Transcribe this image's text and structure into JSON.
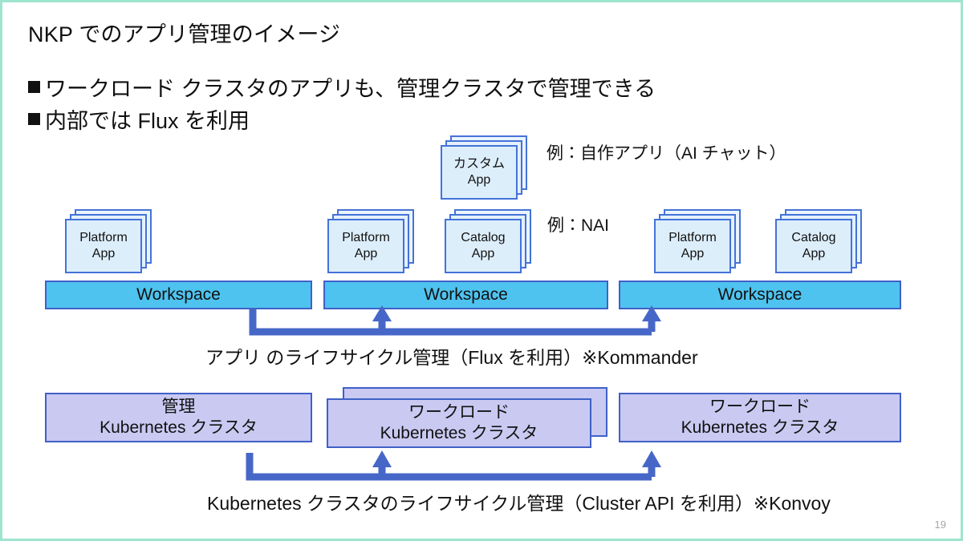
{
  "slide": {
    "title": "NKP でのアプリ管理のイメージ",
    "page_number": "19",
    "border_color": "#9fe4cf",
    "bullets": [
      "ワークロード クラスタのアプリも、管理クラスタで管理できる",
      "内部では Flux を利用"
    ]
  },
  "colors": {
    "app_card_fill": "#ddeefb",
    "app_card_border": "#4472d8",
    "workspace_fill": "#4ec3ef",
    "workspace_border": "#4060c8",
    "cluster_fill": "#c9c9f2",
    "cluster_border": "#4060c8",
    "arrow_color": "#4767c8",
    "page_number_color": "#a6a6a6"
  },
  "notes": {
    "custom_app_note": "例：自作アプリ（AI チャット）",
    "catalog_app_note": "例：NAI"
  },
  "app_cards": {
    "custom": "カスタム\nApp",
    "platform": "Platform\nApp",
    "catalog": "Catalog\nApp"
  },
  "workspaces": [
    {
      "label": "Workspace"
    },
    {
      "label": "Workspace"
    },
    {
      "label": "Workspace"
    }
  ],
  "clusters": [
    {
      "label": "管理\nKubernetes クラスタ"
    },
    {
      "label": "ワークロード\nKubernetes クラスタ"
    },
    {
      "label": "ワークロード\nKubernetes クラスタ"
    }
  ],
  "captions": {
    "app_lifecycle": "アプリ のライフサイクル管理（Flux を利用）※Kommander",
    "cluster_lifecycle": "Kubernetes クラスタのライフサイクル管理（Cluster API を利用）※Konvoy"
  }
}
